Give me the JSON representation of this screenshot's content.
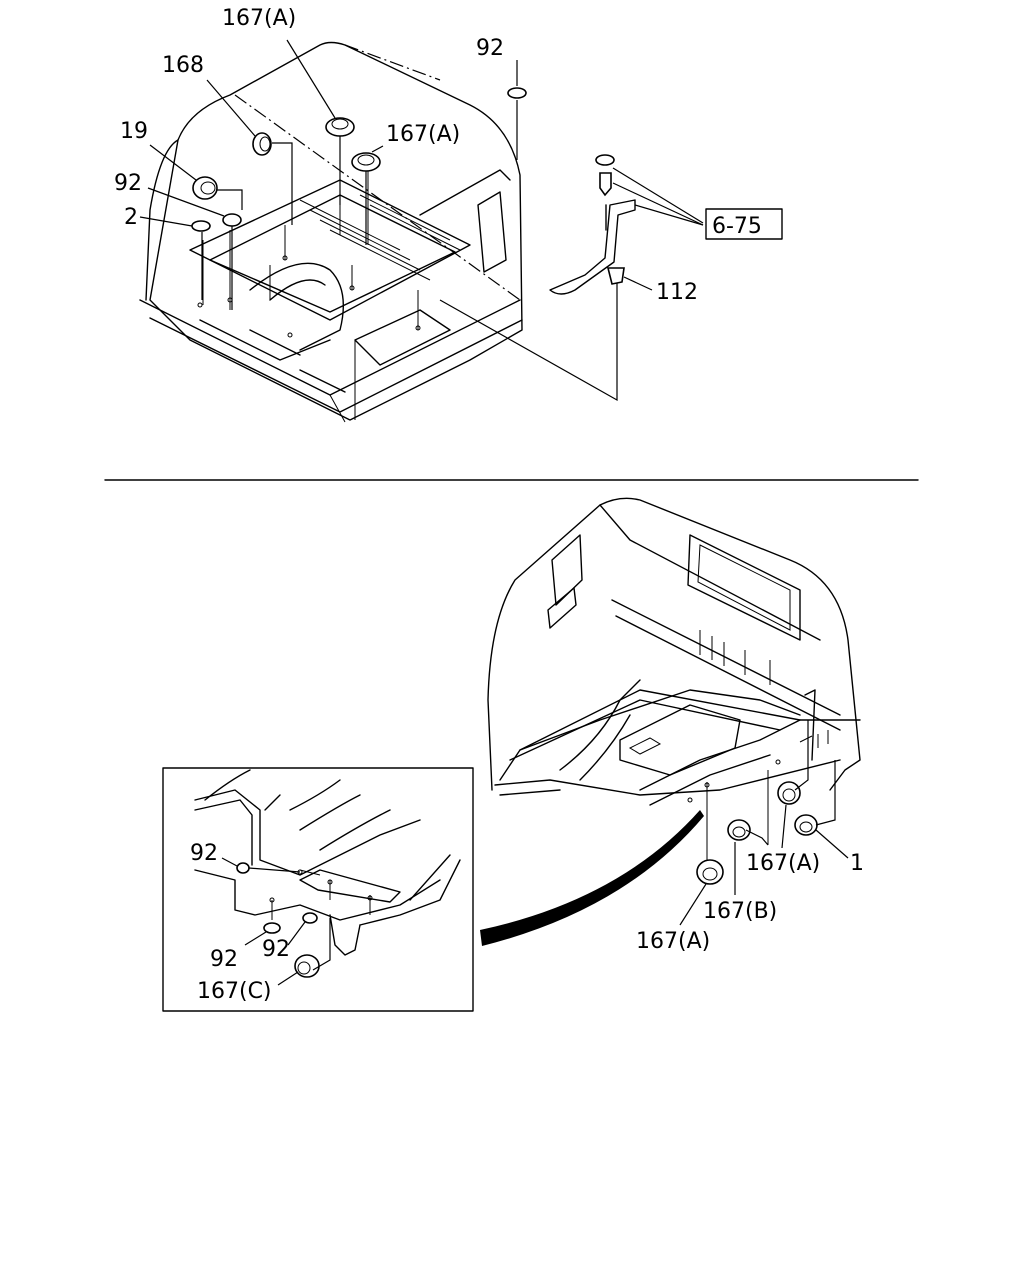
{
  "labels": {
    "l_167a_top": "167(A)",
    "l_168": "168",
    "l_92_top": "92",
    "l_167a_mid": "167(A)",
    "l_19": "19",
    "l_92_left": "92",
    "l_2": "2",
    "l_6_75": "6-75",
    "l_112": "112",
    "l_92_inset_a": "92",
    "l_92_inset_b": "92",
    "l_92_inset_c": "92",
    "l_167c": "167(C)",
    "l_167a_bot_right": "167(A)",
    "l_1": "1",
    "l_167b": "167(B)",
    "l_167a_bot": "167(A)"
  },
  "colors": {
    "line": "#000000",
    "background": "#ffffff"
  }
}
